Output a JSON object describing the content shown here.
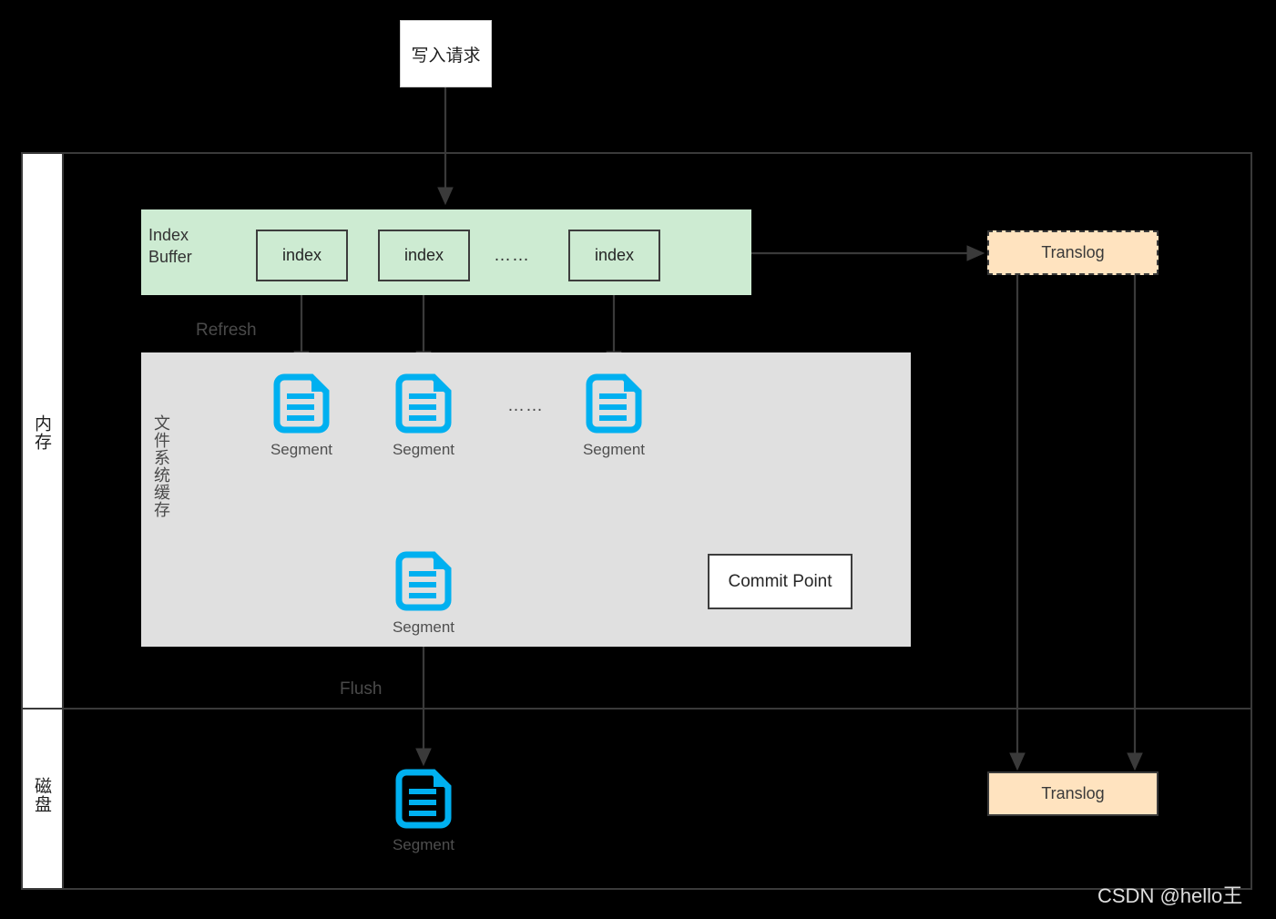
{
  "diagram": {
    "title_box": {
      "label": "写入请求"
    },
    "zones": [
      {
        "id": "memory",
        "label": "内存"
      },
      {
        "id": "disk",
        "label": "磁盘"
      }
    ],
    "index_buffer": {
      "label_line1": "Index",
      "label_line2": "Buffer",
      "items": [
        {
          "label": "index"
        },
        {
          "label": "index"
        },
        {
          "label": "index"
        }
      ],
      "ellipsis": "……",
      "fill_color": "#cdebd2"
    },
    "filesystem_cache": {
      "label": "文件系统缓存",
      "fill_color": "#e0e0e0",
      "segments": [
        {
          "caption": "Segment"
        },
        {
          "caption": "Segment"
        },
        {
          "caption": "Segment"
        }
      ],
      "ellipsis": "……",
      "merged_segment": {
        "caption": "Segment"
      },
      "commit_point": {
        "label": "Commit Point"
      }
    },
    "disk_segment": {
      "caption": "Segment"
    },
    "translogs": [
      {
        "id": "translog-memory",
        "label": "Translog",
        "border": "dashed",
        "fill_color": "#ffe3bf"
      },
      {
        "id": "translog-disk",
        "label": "Translog",
        "border": "solid",
        "fill_color": "#ffe3bf"
      }
    ],
    "flow_labels": [
      {
        "id": "refresh",
        "label": "Refresh"
      },
      {
        "id": "flush",
        "label": "Flush"
      }
    ],
    "accent_colors": {
      "segment_icon": "#00b0f0",
      "buffer_green": "#cdebd2",
      "translog_orange": "#ffe3bf",
      "cache_gray": "#e0e0e0",
      "stroke": "#3a3a3a",
      "background": "#000000"
    },
    "watermark": {
      "text": "CSDN @hello王"
    }
  }
}
